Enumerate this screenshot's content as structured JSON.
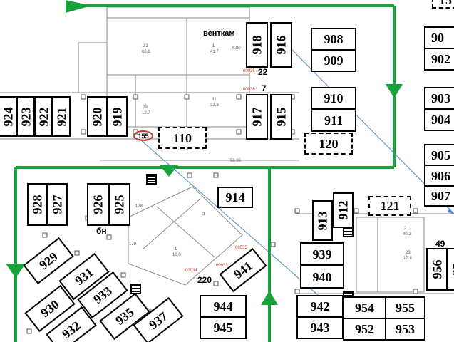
{
  "units": {
    "box_908": "908",
    "box_909": "909",
    "box_910": "910",
    "box_911": "911",
    "box_918": "918",
    "box_916": "916",
    "box_917": "917",
    "box_915": "915",
    "box_924": "924",
    "box_923": "923",
    "box_922": "922",
    "box_921": "921",
    "box_920": "920",
    "box_919": "919",
    "box_928": "928",
    "box_927": "927",
    "box_926": "926",
    "box_925": "925",
    "box_914": "914",
    "box_913": "913",
    "box_912": "912",
    "box_939": "939",
    "box_940": "940",
    "box_941": "941",
    "box_942": "942",
    "box_943": "943",
    "box_944": "944",
    "box_945": "945",
    "box_954": "954",
    "box_955": "955",
    "box_952": "952",
    "box_953": "953",
    "box_929": "929",
    "box_930": "930",
    "box_931": "931",
    "box_932": "932",
    "box_933": "933",
    "box_935": "935",
    "box_937": "937",
    "box_956": "956",
    "box_957": "95",
    "box_90x_a": "90",
    "box_90x_b": "902",
    "box_90x_c": "903",
    "box_90x_d": "904",
    "box_90x_e": "905",
    "box_90x_f": "906",
    "box_90x_g": "907",
    "top_right_partial": "15"
  },
  "dashed": {
    "d110": "110",
    "d120": "120",
    "d121": "121"
  },
  "labels": {
    "ventkam": "венткам",
    "n22": "22",
    "n7": "7",
    "bn": "бн",
    "n220": "220",
    "n49": "49",
    "oval155": "155"
  },
  "room_labels": {
    "r1": "32",
    "r1b": "66.6",
    "r2": "1",
    "r2b": "41.7",
    "r3": "31",
    "r3b": "32.3",
    "r4": "29",
    "r4b": "12.7",
    "r5": "178",
    "r6": "179",
    "r7": "1",
    "r7b": "10.0",
    "r8": "2",
    "r8b": "40.2",
    "r9": "23",
    "r9b": "17.8",
    "r10": "3",
    "r11": "6.80",
    "r12": "58.96",
    "red1": "00035",
    "red2": "00036",
    "red3": "00033",
    "red4": "00034",
    "red5": "00035"
  },
  "colors": {
    "route": "#18a33a",
    "link": "#4a86c5",
    "wall": "#8a8a8a",
    "red": "#c0392b"
  }
}
